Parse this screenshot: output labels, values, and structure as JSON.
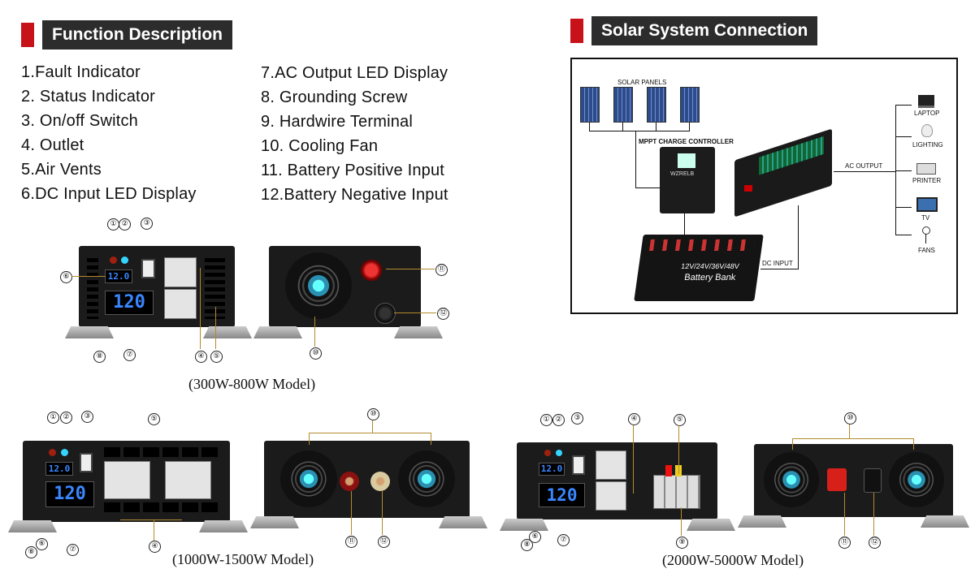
{
  "function_section": {
    "title": "Function Description",
    "items_left": [
      "1.Fault Indicator",
      "2. Status Indicator",
      "3. On/off Switch",
      "4. Outlet",
      "5.Air Vents",
      "6.DC Input LED Display"
    ],
    "items_right": [
      "7.AC Output LED Display",
      "8. Grounding Screw",
      "9. Hardwire Terminal",
      "10. Cooling Fan",
      "11. Battery Positive Input",
      "12.Battery Negative Input"
    ]
  },
  "solar_section": {
    "title": "Solar System Connection",
    "solar_panels": "SOLAR PANELS",
    "controller": "MPPT CHARGE CONTROLLER",
    "controller_brand": "WZRELB",
    "ac_output": "AC OUTPUT",
    "dc_input": "DC INPUT",
    "battery_voltages": "12V/24V/36V/48V",
    "battery_label": "Battery Bank",
    "loads": [
      "LAPTOP",
      "LIGHTING",
      "PRINTER",
      "TV",
      "FANS"
    ]
  },
  "displays": {
    "dc": "12.0",
    "ac": "120"
  },
  "callouts": [
    "①",
    "②",
    "③",
    "④",
    "⑤",
    "⑥",
    "⑦",
    "⑧",
    "⑨",
    "⑩",
    "⑪",
    "⑫"
  ],
  "models": {
    "m1": "(300W-800W Model)",
    "m2": "(1000W-1500W Model)",
    "m3": "(2000W-5000W Model)"
  },
  "colors": {
    "accent": "#c8121a",
    "header_bg": "#2c2c2c",
    "led": "#3a86ff",
    "leader": "#b38a2e"
  }
}
